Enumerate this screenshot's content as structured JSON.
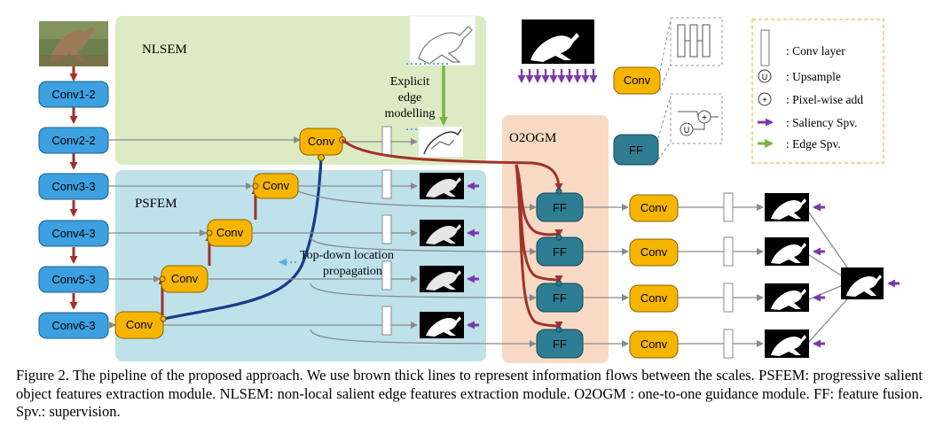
{
  "modules": {
    "nlsem": "NLSEM",
    "psfem": "PSFEM",
    "o2ogm": "O2OGM"
  },
  "backbone": [
    "Conv1-2",
    "Conv2-2",
    "Conv3-3",
    "Conv4-3",
    "Conv5-3",
    "Conv6-3"
  ],
  "blocks": {
    "conv": "Conv",
    "ff": "FF"
  },
  "annotations": {
    "edge_model_1": "Explicit",
    "edge_model_2": "edge",
    "edge_model_3": "modelling",
    "topdown_1": "Top-down location",
    "topdown_2": "propagation"
  },
  "legend": {
    "conv_layer": ": Conv layer",
    "upsample": ": Upsample",
    "upsample_symbol": "U",
    "pixel_add": ": Pixel-wise add",
    "pixel_add_symbol": "+",
    "saliency_spv": ": Saliency Spv.",
    "edge_spv": ": Edge Spv."
  },
  "caption": "Figure 2. The pipeline of the proposed approach. We use brown thick lines to represent information flows between the scales. PSFEM: progressive salient object features extraction module. NLSEM: non-local salient edge features extraction module. O2OGM : one-to-one guidance module. FF: feature fusion. Spv.: supervision.",
  "colors": {
    "nlsem_bg": "#dcebc4",
    "psfem_bg": "#bfe1ea",
    "o2ogm_bg": "#f8d9c4",
    "backbone_fill": "#3da0e0",
    "conv_fill": "#f7b500",
    "ff_fill": "#2e7d93",
    "flow_brown": "#a0322b",
    "topdown_blue": "#1b3a8a",
    "saliency_purple": "#7a3aa8",
    "edge_green": "#7cb342",
    "legend_border": "#f3b640"
  }
}
